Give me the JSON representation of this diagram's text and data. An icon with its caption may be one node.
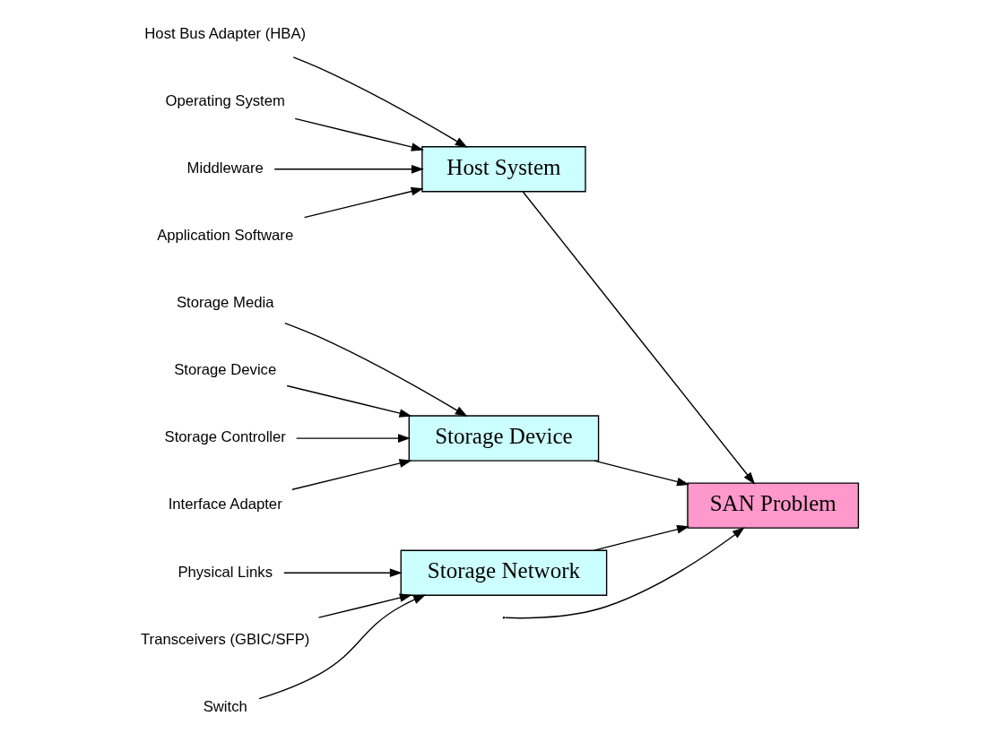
{
  "diagram": {
    "nodes": [
      {
        "text": [
          "Host Bus Adapter (HBA)"
        ]
      },
      {
        "text": [
          "Operating System"
        ]
      },
      {
        "text": [
          "Middleware"
        ]
      },
      {
        "text": [
          "Application Software"
        ]
      },
      {
        "text": [
          "Storage Media"
        ]
      },
      {
        "text": [
          "Storage Device"
        ]
      },
      {
        "text": [
          "Storage Controller"
        ]
      },
      {
        "text": [
          "Interface Adapter"
        ]
      },
      {
        "text": [
          "Host System"
        ]
      },
      {
        "text": [
          "Storage Device"
        ]
      },
      {
        "text": [
          "SAN Problem"
        ]
      },
      {
        "text": [
          "Storage Network"
        ]
      },
      {
        "text": [
          "Physical Links"
        ]
      },
      {
        "text": [
          "Transceivers (GBIC/SFP)"
        ]
      },
      {
        "text": [
          "Switch"
        ]
      }
    ],
    "edges": [
      {
        "from": 0,
        "to": 8,
        "arrow": "to"
      },
      {
        "from": 1,
        "to": 8,
        "arrow": "to"
      },
      {
        "from": 2,
        "to": 8,
        "arrow": "to"
      },
      {
        "from": 3,
        "to": 8,
        "arrow": "to"
      },
      {
        "from": 4,
        "to": 9,
        "arrow": "to"
      },
      {
        "from": 5,
        "to": 9,
        "arrow": "to"
      },
      {
        "from": 6,
        "to": 9,
        "arrow": "to"
      },
      {
        "from": 7,
        "to": 9,
        "arrow": "to"
      },
      {
        "from": 12,
        "to": 11,
        "arrow": "to"
      },
      {
        "from": 13,
        "to": 11,
        "arrow": "to"
      },
      {
        "from": 14,
        "to": 11,
        "arrow": "to"
      },
      {
        "from": null,
        "to": 10,
        "arrow": "to"
      },
      {
        "from": 8,
        "to": 10,
        "arrow": "to"
      },
      {
        "from": 9,
        "to": 10,
        "arrow": "to"
      },
      {
        "from": 11,
        "to": 10,
        "arrow": "to"
      }
    ]
  }
}
